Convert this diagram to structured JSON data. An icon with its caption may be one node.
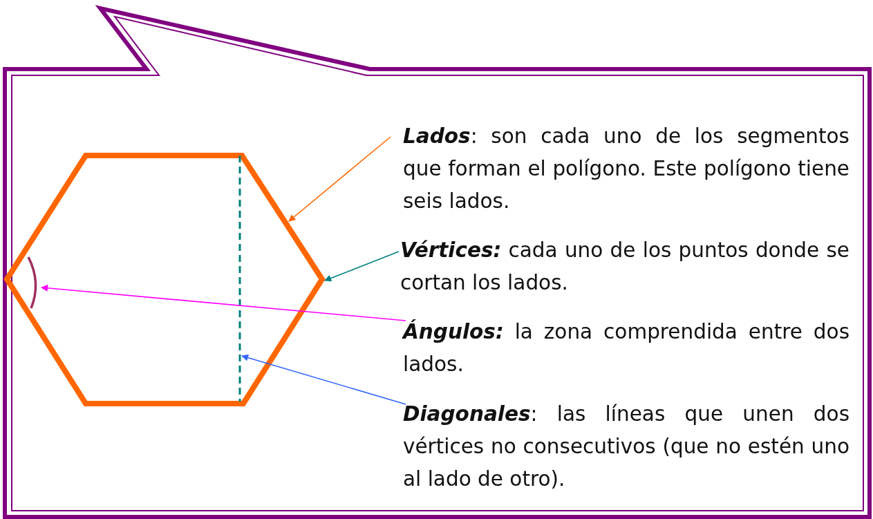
{
  "diagram": {
    "nodes": [
      {
        "text": [
          "**Lados**: son cada uno de los segmentos que forman el polígono. Este polígono tiene seis lados."
        ]
      },
      {
        "text": [
          "**Vértices:** cada uno de los puntos donde se cortan los lados."
        ]
      },
      {
        "text": [
          "**Ángulos:** la zona comprendida entre dos lados."
        ]
      },
      {
        "text": [
          "**Diagonales**: las líneas que unen dos vértices no consecutivos (que no estén uno al lado de otro)."
        ]
      },
      {
        "text": [],
        "shape": "hexagon"
      },
      {
        "text": [],
        "shape": "arc",
        "in": 4
      },
      {
        "text": [],
        "shape": "line",
        "in": 4
      }
    ],
    "edges": [
      {
        "from": 0,
        "to": 4,
        "arrow": "to",
        "color": "#ff6600"
      },
      {
        "from": 1,
        "to": 4,
        "arrow": "to",
        "color": "#008080"
      },
      {
        "from": 2,
        "to": 5,
        "arrow": "to",
        "color": "#ff00ff"
      },
      {
        "from": 3,
        "to": 6,
        "arrow": "to",
        "color": "#3366ff"
      }
    ]
  }
}
